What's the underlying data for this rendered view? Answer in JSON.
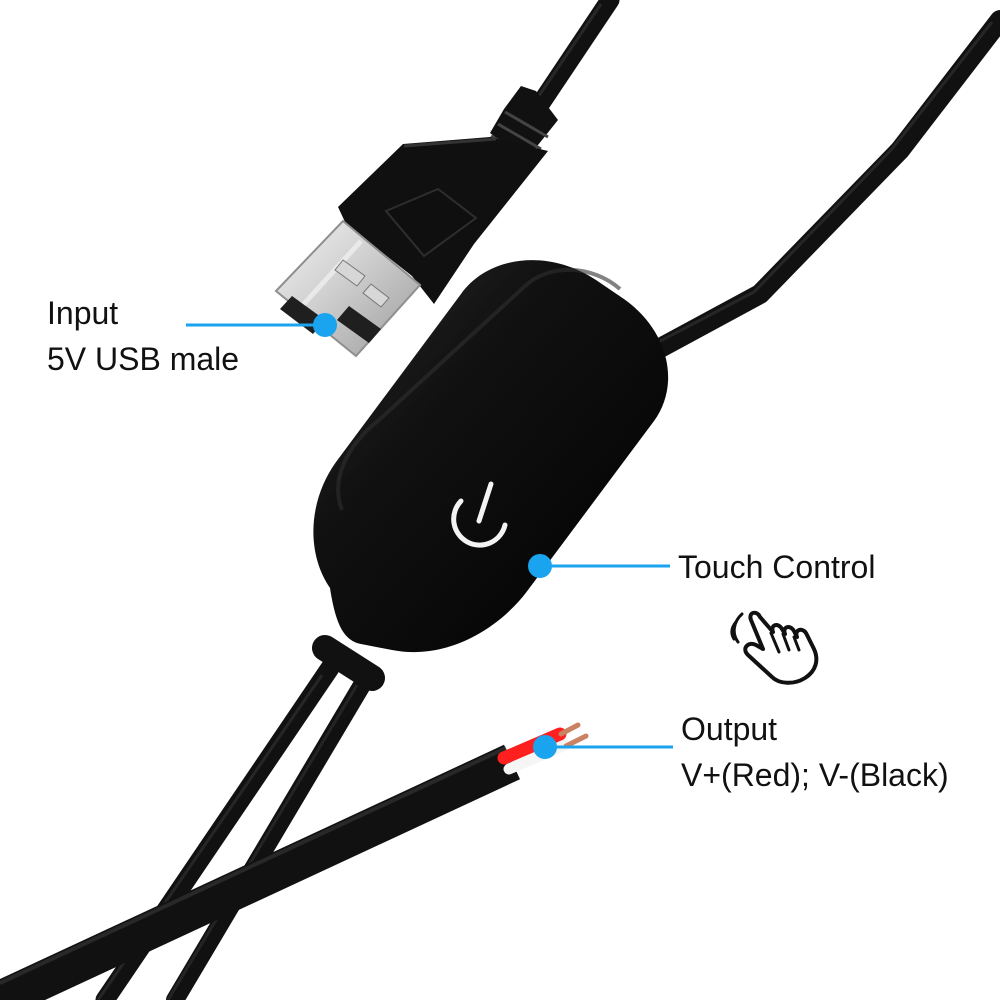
{
  "callouts": {
    "input": {
      "title": "Input",
      "detail": "5V USB male"
    },
    "touch": {
      "title": "Touch Control"
    },
    "output": {
      "title": "Output",
      "detail": "V+(Red); V-(Black)"
    }
  },
  "icons": {
    "power": "power-icon",
    "hand": "tap-hand-icon"
  },
  "colors": {
    "callout_blue": "#1aa3ee",
    "cable_black": "#111111",
    "usb_metal": "#d8d8d8",
    "wire_red": "#ff1f1f",
    "wire_white": "#f5f5f5"
  }
}
